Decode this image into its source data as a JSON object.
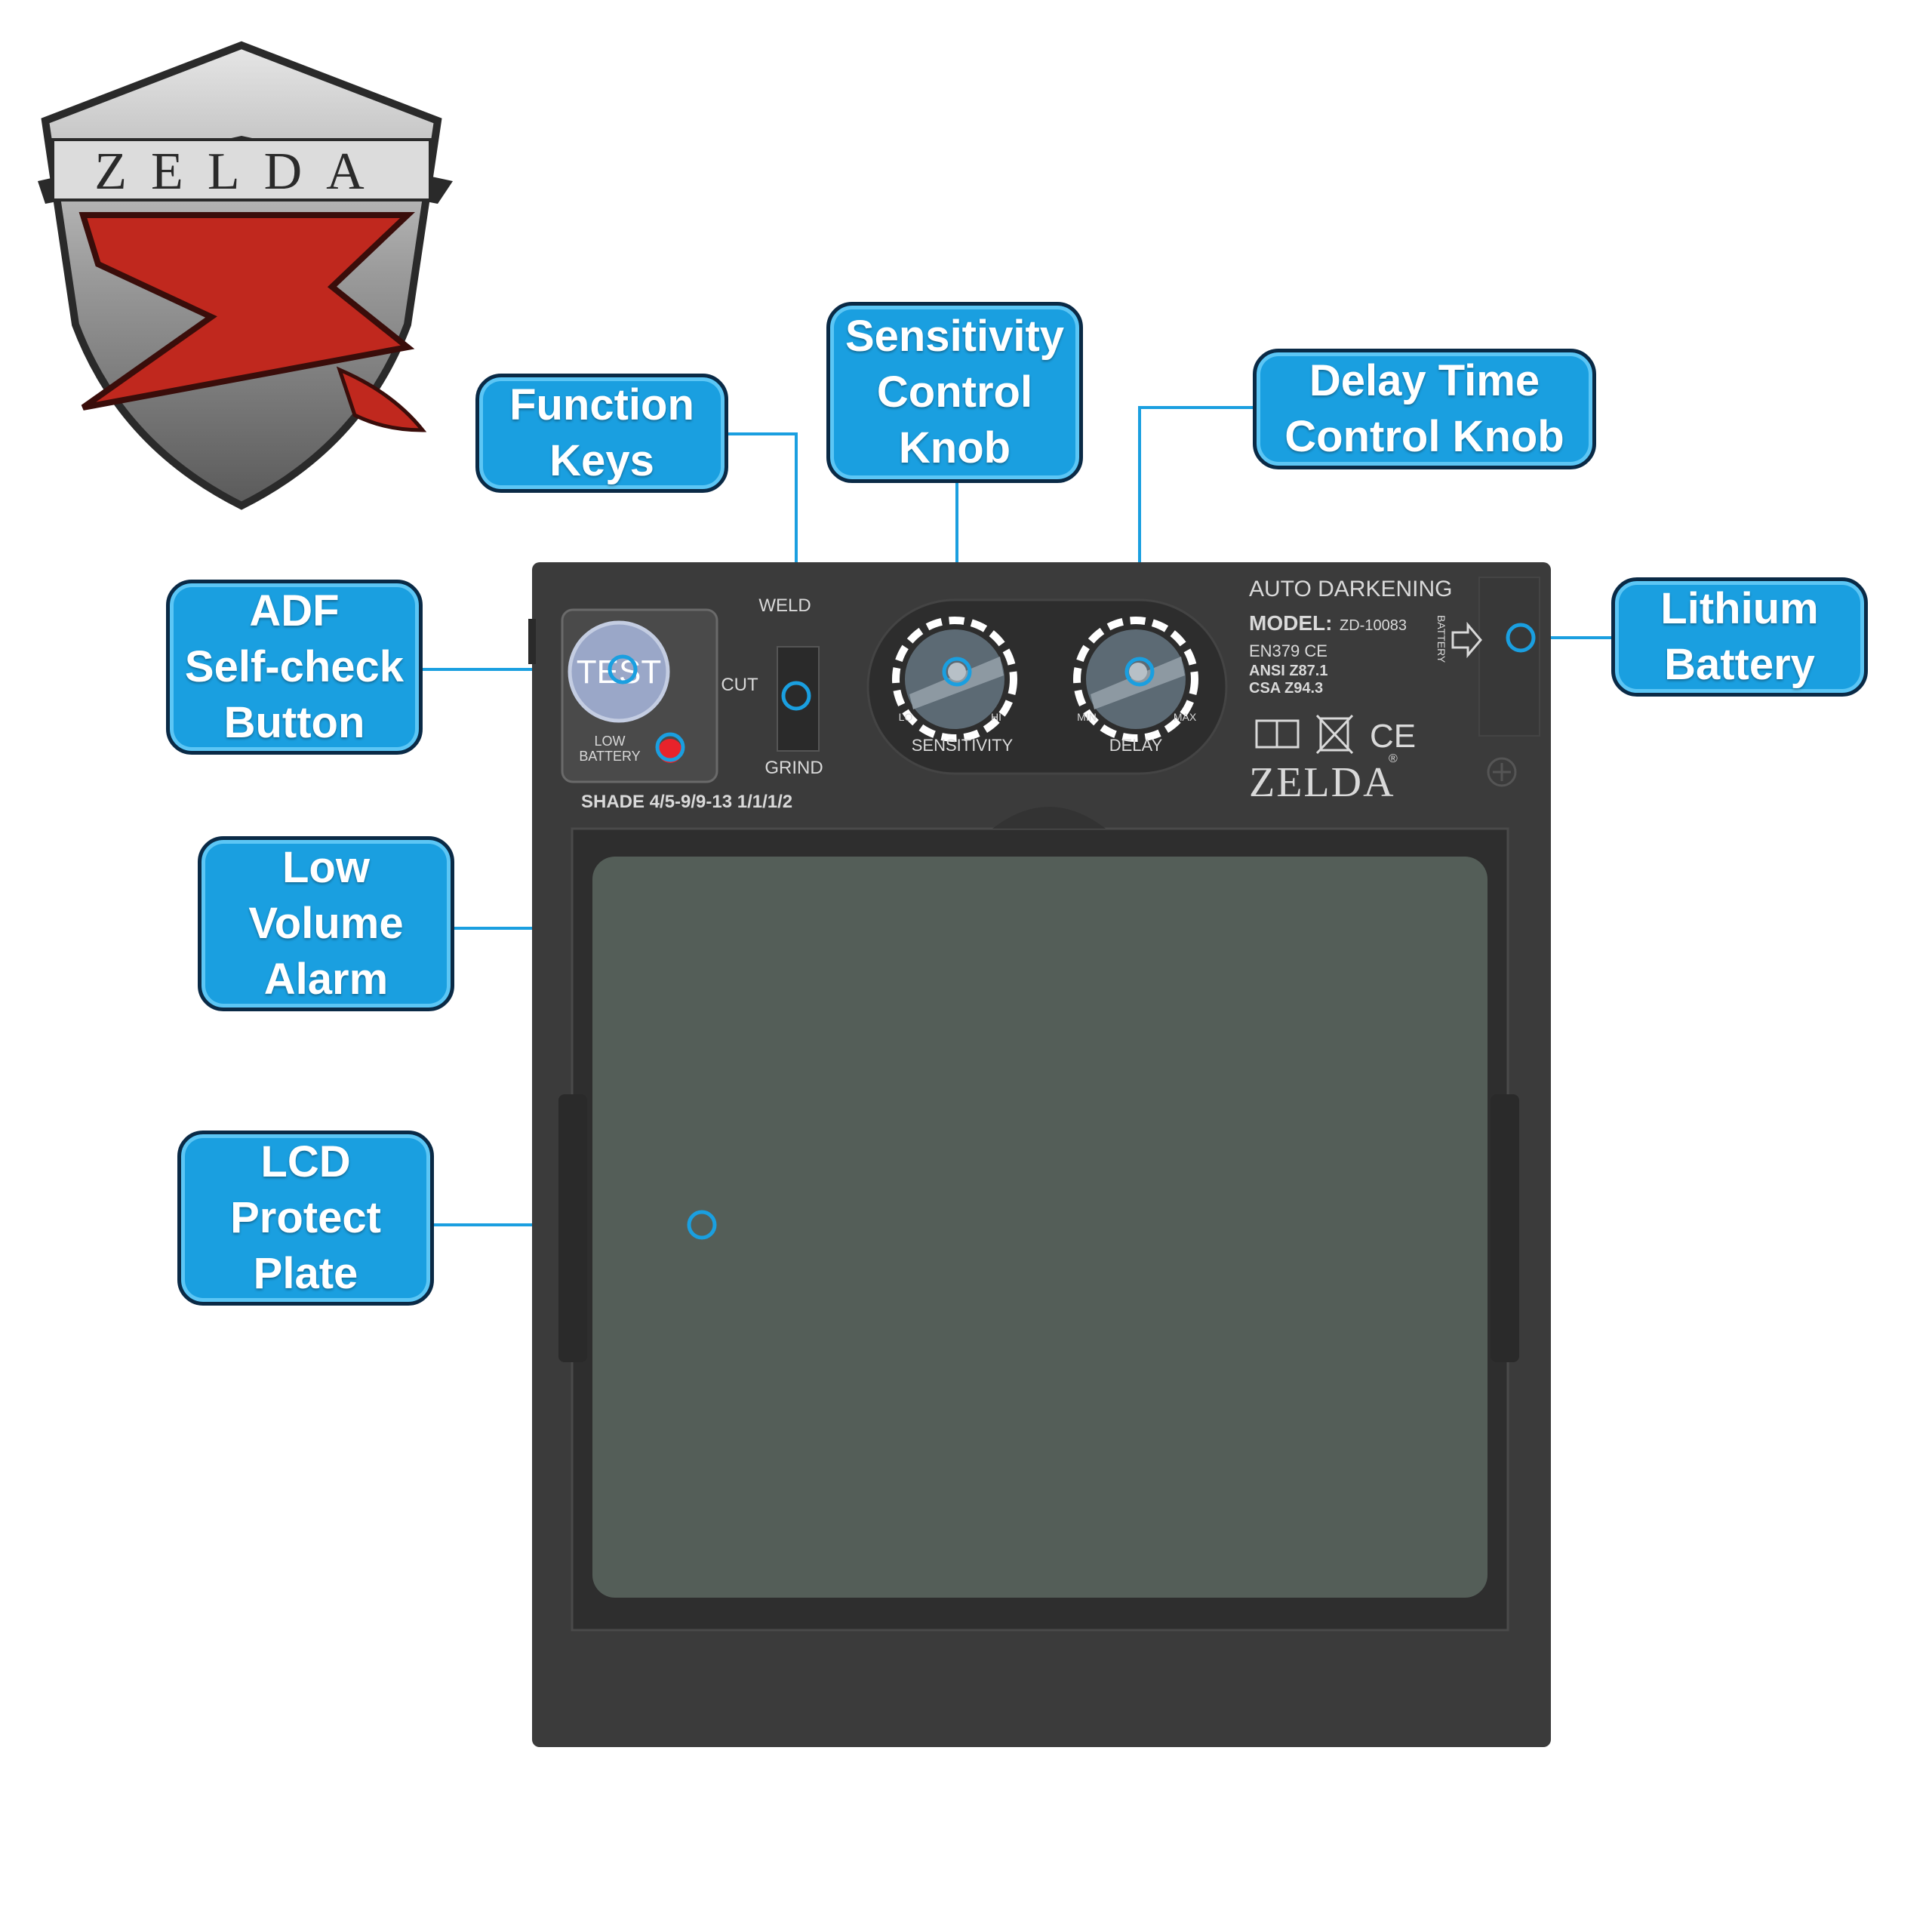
{
  "logo": {
    "wordmark": "ZELDA"
  },
  "callouts": {
    "function_keys": [
      "Function",
      "Keys"
    ],
    "sensitivity_knob": [
      "Sensitivity",
      "Control",
      "Knob"
    ],
    "delay_knob": [
      "Delay Time",
      "Control Knob"
    ],
    "adf_button": [
      "ADF",
      "Self-check",
      "Button"
    ],
    "lithium_battery": [
      "Lithium",
      "Battery"
    ],
    "low_volume_alarm": [
      "Low",
      "Volume",
      "Alarm"
    ],
    "lcd_plate": [
      "LCD",
      "Protect",
      "Plate"
    ]
  },
  "device": {
    "test_label": "TEST",
    "low_battery": [
      "LOW",
      "BATTERY"
    ],
    "switch_weld": "WELD",
    "switch_cut": "CUT",
    "switch_grind": "GRIND",
    "shade": "SHADE  4/5-9/9-13   1/1/1/2",
    "sens_lo": "LO",
    "sens_hi": "HI",
    "sens_label": "SENSITIVITY",
    "delay_min": "MIN",
    "delay_max": "MAX",
    "delay_label": "DELAY",
    "auto_darkening": "AUTO  DARKENING",
    "model_label": "MODEL:",
    "model_number": "ZD-10083",
    "battery_side": "BATTERY",
    "std_en": "EN379  CE",
    "std_ansi": "ANSI Z87.1",
    "std_csa": "CSA Z94.3",
    "ce_mark": "CE",
    "brand": "ZELDA",
    "registered": "®"
  },
  "colors": {
    "callout_fill": "#1a9fe0",
    "callout_border": "#0a2a46",
    "leader_line": "#1a9fe0",
    "device_body": "#3b3b3b",
    "lens": "#545e58",
    "logo_red": "#c0281e",
    "alarm_led": "#e8232b"
  }
}
